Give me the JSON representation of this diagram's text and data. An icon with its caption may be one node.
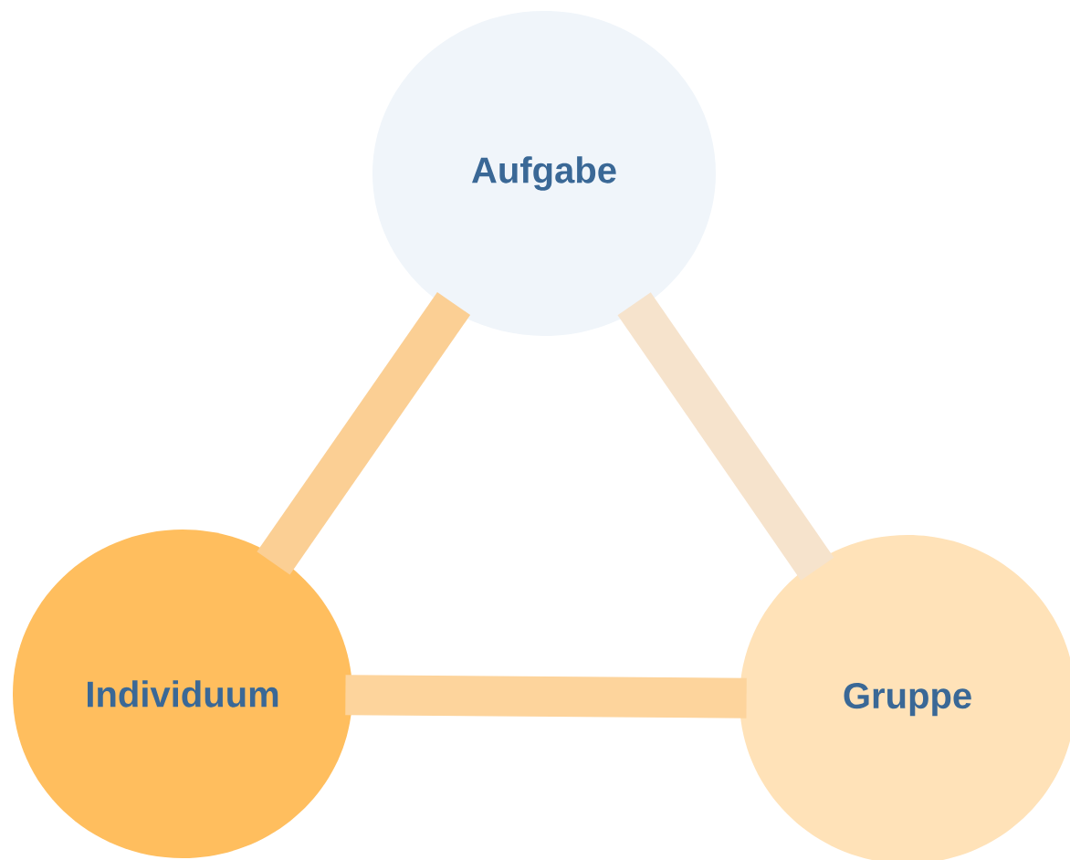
{
  "diagram": {
    "nodes": [
      {
        "text": [
          "Aufgabe"
        ]
      },
      {
        "text": [
          "Individuum"
        ]
      },
      {
        "text": [
          "Gruppe"
        ]
      }
    ],
    "edges": [
      {
        "from": 0,
        "to": 1,
        "arrow": "none",
        "color": "#fbcf94"
      },
      {
        "from": 0,
        "to": 2,
        "arrow": "none",
        "color": "#f6e3cc"
      },
      {
        "from": 1,
        "to": 2,
        "arrow": "none",
        "color": "#fdd49c"
      }
    ]
  }
}
